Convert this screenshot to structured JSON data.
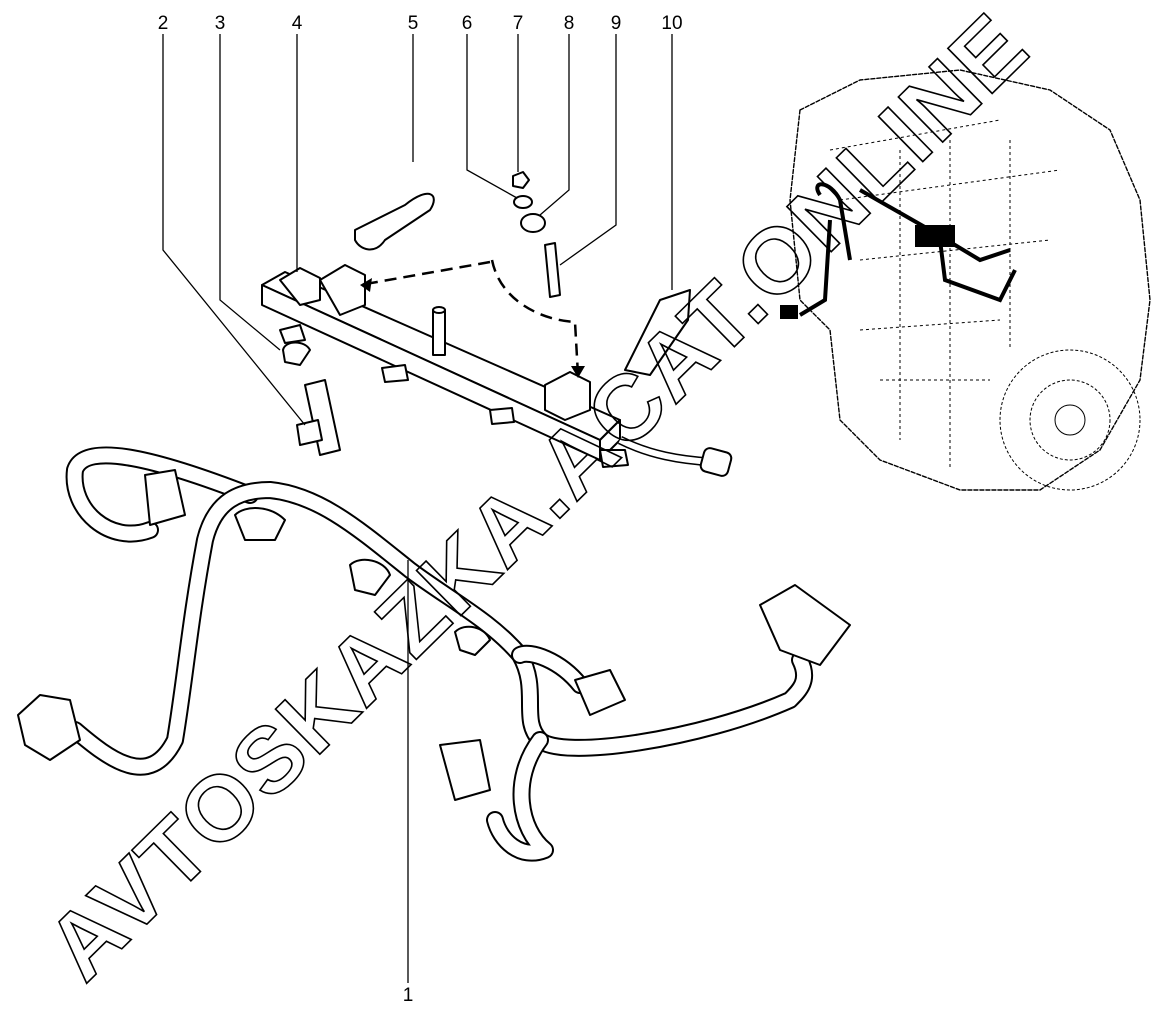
{
  "diagram": {
    "callouts": [
      {
        "id": "1",
        "label": "1"
      },
      {
        "id": "2",
        "label": "2"
      },
      {
        "id": "3",
        "label": "3"
      },
      {
        "id": "4",
        "label": "4"
      },
      {
        "id": "5",
        "label": "5"
      },
      {
        "id": "6",
        "label": "6"
      },
      {
        "id": "7",
        "label": "7"
      },
      {
        "id": "8",
        "label": "8"
      },
      {
        "id": "9",
        "label": "9"
      },
      {
        "id": "10",
        "label": "10"
      }
    ],
    "watermark": "AVTOSKAZKA.ACAT.ONLINE"
  }
}
